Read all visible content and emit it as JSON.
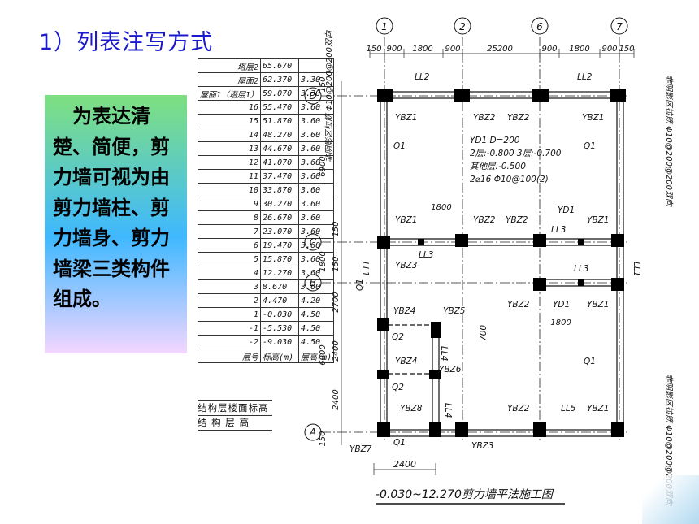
{
  "title": "1）列表注写方式",
  "note": "为表达清楚、简便，剪力墙可视为由剪力墙柱、剪力墙身、剪力墙梁三类构件组成。",
  "floor_table": {
    "rows": [
      {
        "floor": "塔层2",
        "elev": "65.670",
        "height": ""
      },
      {
        "floor": "屋面2",
        "elev": "62.370",
        "height": "3.30"
      },
      {
        "floor": "屋面1（塔层1）",
        "elev": "59.070",
        "height": "3.30"
      },
      {
        "floor": "16",
        "elev": "55.470",
        "height": "3.60"
      },
      {
        "floor": "15",
        "elev": "51.870",
        "height": "3.60"
      },
      {
        "floor": "14",
        "elev": "48.270",
        "height": "3.60"
      },
      {
        "floor": "13",
        "elev": "44.670",
        "height": "3.60"
      },
      {
        "floor": "12",
        "elev": "41.070",
        "height": "3.60"
      },
      {
        "floor": "11",
        "elev": "37.470",
        "height": "3.60"
      },
      {
        "floor": "10",
        "elev": "33.870",
        "height": "3.60"
      },
      {
        "floor": "9",
        "elev": "30.270",
        "height": "3.60"
      },
      {
        "floor": "8",
        "elev": "26.670",
        "height": "3.60"
      },
      {
        "floor": "7",
        "elev": "23.070",
        "height": "3.60"
      },
      {
        "floor": "6",
        "elev": "19.470",
        "height": "3.60"
      },
      {
        "floor": "5",
        "elev": "15.870",
        "height": "3.60"
      },
      {
        "floor": "4",
        "elev": "12.270",
        "height": "3.60"
      },
      {
        "floor": "3",
        "elev": "8.670",
        "height": "3.60"
      },
      {
        "floor": "2",
        "elev": "4.470",
        "height": "4.20"
      },
      {
        "floor": "1",
        "elev": "-0.030",
        "height": "4.50"
      },
      {
        "floor": "-1",
        "elev": "-5.530",
        "height": "4.50"
      },
      {
        "floor": "-2",
        "elev": "-9.030",
        "height": "4.50"
      }
    ],
    "header": {
      "floor": "层号",
      "elev": "标高(m)",
      "height": "层高(m)"
    },
    "caption_1": "结构层楼面标高",
    "caption_2": "结 构 层 高"
  },
  "plan": {
    "axes_top": [
      "1",
      "2",
      "6",
      "7"
    ],
    "axes_left": [
      "D",
      "C",
      "B",
      "A"
    ],
    "top_dims": [
      "150",
      "900",
      "1800",
      "900",
      "25200",
      "900",
      "1800",
      "900",
      "150"
    ],
    "left_dims": [
      "150",
      "6900",
      "150",
      "1800",
      "150",
      "2700",
      "2400",
      "6900",
      "2400",
      "150"
    ],
    "bottom_dim": "2400",
    "inner_dims": [
      "1800",
      "1800"
    ],
    "right_note": "非阴影区拉筋 Φ10@200@200双向",
    "yd1_note": [
      "YD1 D=200",
      "2层:-0.800 3层:-0.700",
      "其他层:-0.500",
      "2⌀16 Φ10@100(2)"
    ],
    "labels": [
      "LL2",
      "LL2",
      "YBZ1",
      "YBZ2",
      "YBZ2",
      "YBZ1",
      "Q1",
      "Q1",
      "YBZ1",
      "YBZ2",
      "YBZ2",
      "YD1",
      "YBZ1",
      "LL3",
      "LL3",
      "LL3",
      "LL1",
      "LL1",
      "YBZ3",
      "Q1",
      "YBZ4",
      "YBZ5",
      "YBZ2",
      "YD1",
      "YBZ1",
      "Q2",
      "LL4",
      "YBZ4",
      "YBZ6",
      "Q2",
      "Q1",
      "LL4",
      "YBZ8",
      "YBZ2",
      "LL5",
      "YBZ1",
      "YBZ7",
      "Q1",
      "YBZ3",
      "700"
    ],
    "drawing_title": "-0.030~12.270剪力墙平法施工图"
  }
}
